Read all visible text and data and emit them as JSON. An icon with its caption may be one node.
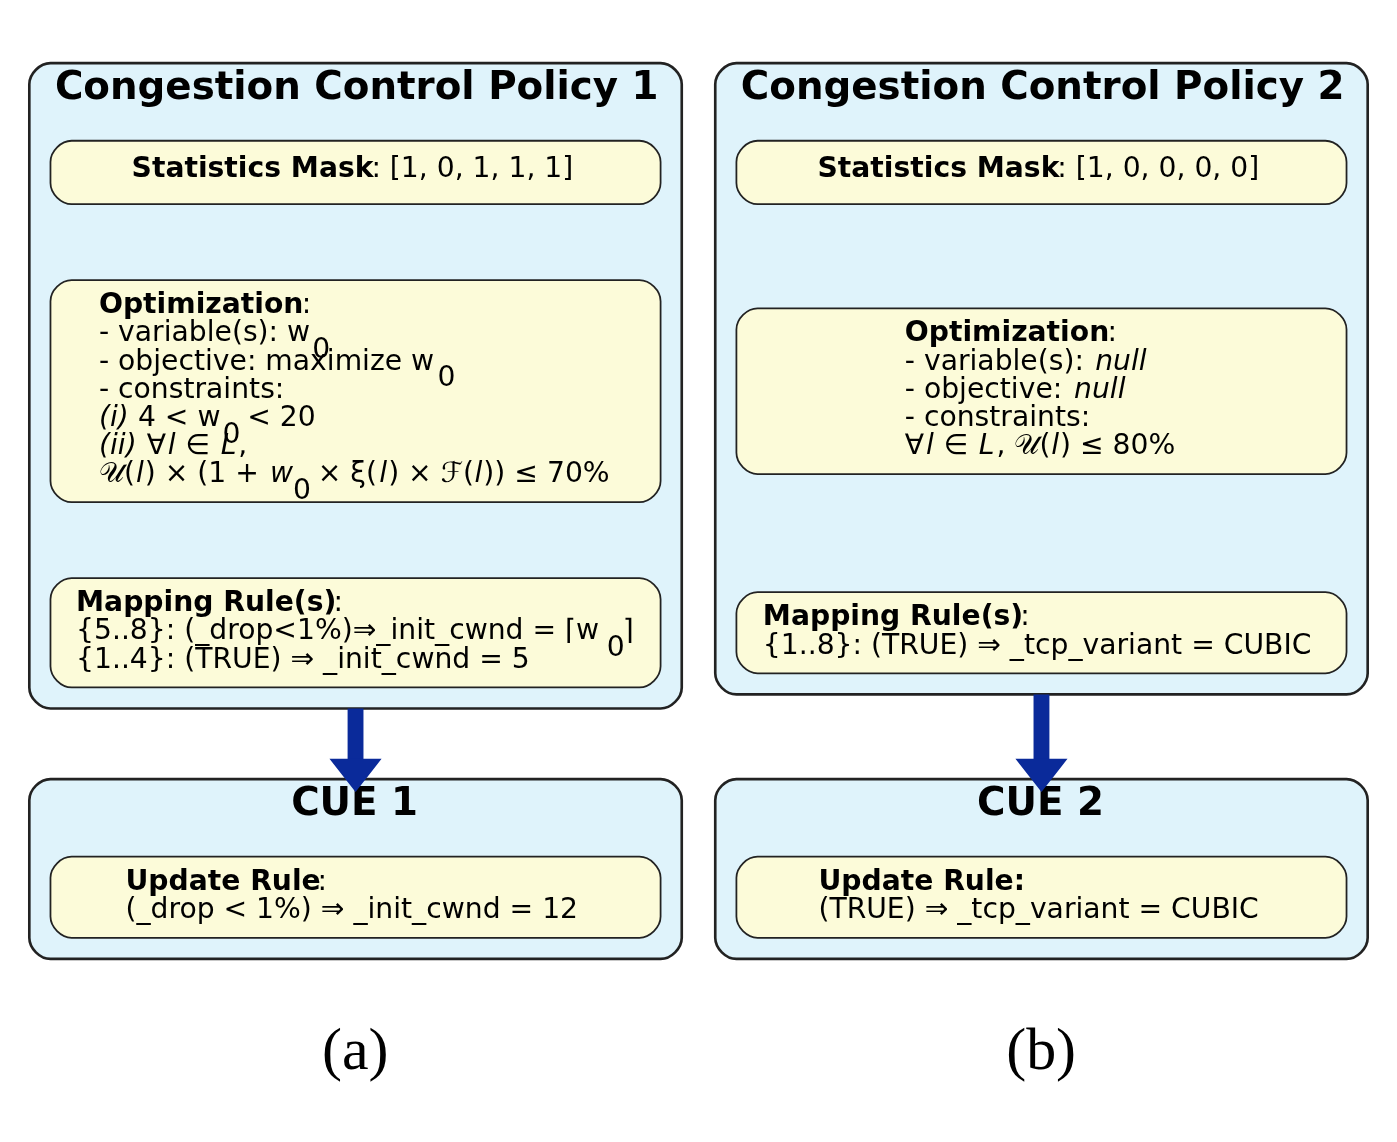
{
  "diagram": {
    "nodes": [
      {
        "text": [
          "Congestion Control Policy 1"
        ]
      },
      {
        "text": [
          "**Statistics Mask**: [1, 0, 1, 1, 1]"
        ],
        "in": 0
      },
      {
        "text": [
          "**Optimization**:",
          "- variable(s): w$_{0}$",
          "- objective: maximize w$_{0}$",
          "- constraints:",
          "*(i)* 4 < w$_{0}$ < 20",
          "*(ii)* ∀*l* ∈ *L*,",
          "𝒰(*l*) × (1 + *w*$_{0}$ × ξ(*l*) × ℱ(*l*)) ≤ 70%"
        ],
        "in": 0
      },
      {
        "text": [
          "**Mapping Rule(s)**:",
          "{5..8}: (_drop<1%)⇒_init_cwnd = ⌈w$_{0}$⌉",
          "{1..4}: (TRUE) ⇒ _init_cwnd = 5"
        ],
        "in": 0
      },
      {
        "text": [
          "CUE 1"
        ]
      },
      {
        "text": [
          "**Update Rule**:",
          "(_drop < 1%) ⇒ _init_cwnd = 12"
        ],
        "in": 4
      },
      {
        "text": [
          "Congestion Control Policy 2"
        ]
      },
      {
        "text": [
          "**Statistics Mask**: [1, 0, 0, 0, 0]"
        ],
        "in": 6
      },
      {
        "text": [
          "**Optimization**:",
          "- variable(s): *null*",
          "- objective: *null*",
          "- constraints:",
          "∀*l* ∈ *L*, 𝒰(*l*) ≤ 80%"
        ],
        "in": 6
      },
      {
        "text": [
          "**Mapping Rule(s)**:",
          "{1..8}: (TRUE) ⇒ _tcp_variant = CUBIC"
        ],
        "in": 6
      },
      {
        "text": [
          "CUE 2"
        ]
      },
      {
        "text": [
          "**Update Rule:**",
          "(TRUE) ⇒ _tcp_variant = CUBIC"
        ],
        "in": 10
      }
    ],
    "edges": [
      {
        "from": 0,
        "to": 4,
        "arrow": "to"
      },
      {
        "from": 6,
        "to": 10,
        "arrow": "to"
      }
    ],
    "labels": [
      "(a)",
      "(b)"
    ]
  }
}
